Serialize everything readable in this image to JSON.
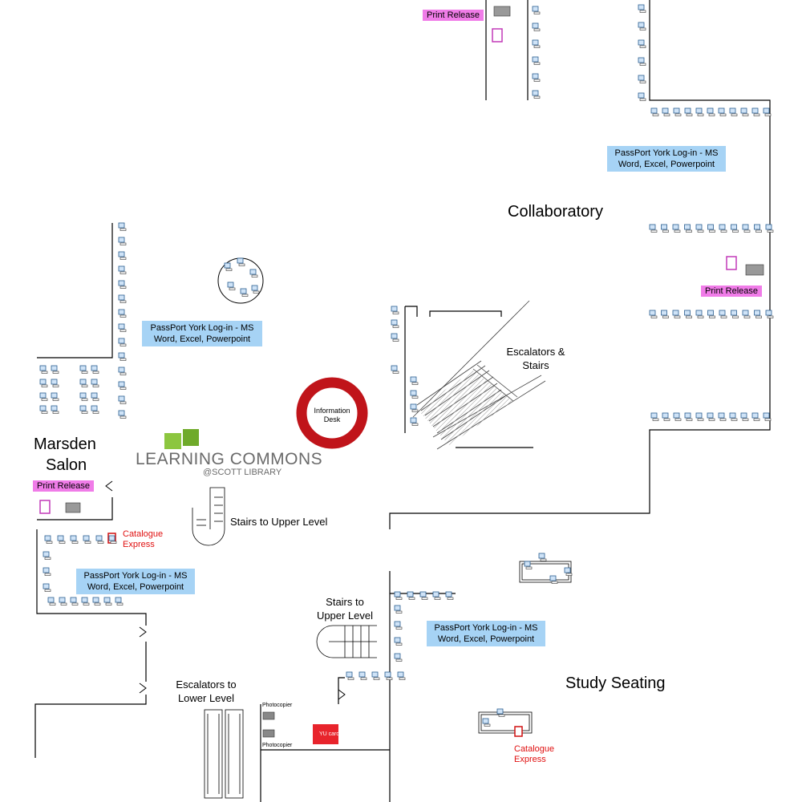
{
  "rooms": {
    "collaboratory": "Collaboratory",
    "marsden_line1": "Marsden",
    "marsden_line2": "Salon",
    "study_seating": "Study Seating"
  },
  "features": {
    "escalators_stairs_line1": "Escalators &",
    "escalators_stairs_line2": "Stairs",
    "stairs_upper_1": "Stairs to Upper Level",
    "stairs_upper_2_line1": "Stairs to",
    "stairs_upper_2_line2": "Upper Level",
    "escalators_lower_line1": "Escalators to",
    "escalators_lower_line2": "Lower Level",
    "info_desk_line1": "Information",
    "info_desk_line2": "Desk",
    "photocopier_top": "Photocopier",
    "photocopier_bottom": "Photocopier",
    "yucard": "YU card"
  },
  "workstation_notes": [
    {
      "line1": "PassPort York Log-in - MS",
      "line2": "Word, Excel, Powerpoint"
    },
    {
      "line1": "PassPort York Log-in - MS",
      "line2": "Word, Excel, Powerpoint"
    },
    {
      "line1": "PassPort York Log-in - MS",
      "line2": "Word, Excel, Powerpoint"
    },
    {
      "line1": "PassPort York Log-in - MS",
      "line2": "Word, Excel, Powerpoint"
    }
  ],
  "print_release": [
    "Print Release",
    "Print Release",
    "Print Release"
  ],
  "catalogue_express": [
    {
      "line1": "Catalogue",
      "line2": "Express"
    },
    {
      "line1": "Catalogue",
      "line2": "Express"
    }
  ],
  "logo": {
    "main": "LEARNING COMMONS",
    "sub": "@SCOTT LIBRARY"
  },
  "colors": {
    "info_box": "#a6d3f5",
    "print_release": "#f07ce8",
    "catalogue": "#e01010",
    "info_desk_ring": "#c0141a",
    "logo_green": "#8cc63f"
  }
}
